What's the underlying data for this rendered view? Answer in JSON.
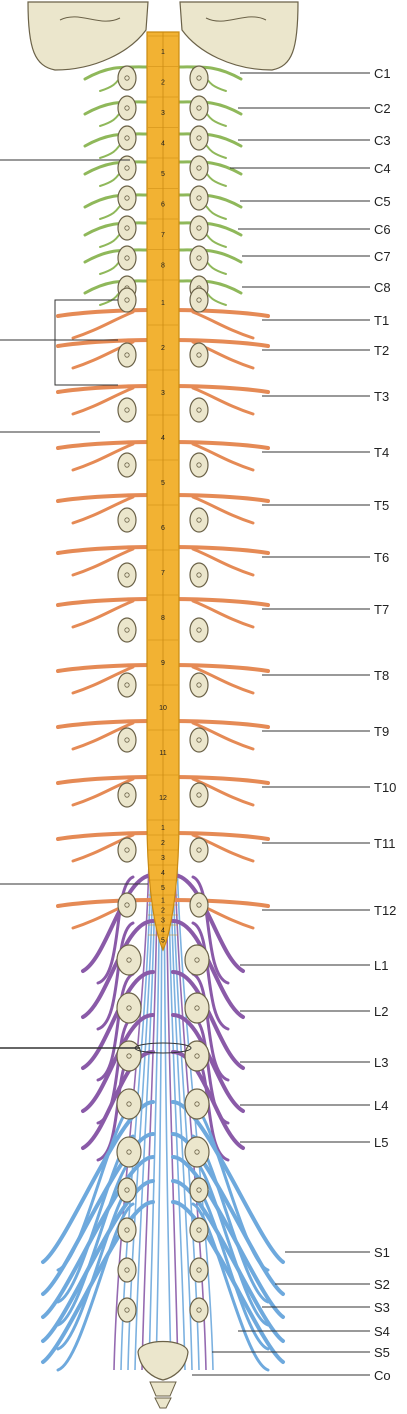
{
  "colors": {
    "cord": "#f2b233",
    "cord_outline": "#c98a12",
    "cervical": "#8fb85a",
    "thoracic": "#e58a55",
    "lumbar": "#8a5aa8",
    "sacral": "#6ea9dd",
    "bone": "#ebe6cc",
    "bone_outline": "#6b6248",
    "leader": "#333333"
  },
  "nerve_labels": [
    "C1",
    "C2",
    "C3",
    "C4",
    "C5",
    "C6",
    "C7",
    "C8",
    "T1",
    "T2",
    "T3",
    "T4",
    "T5",
    "T6",
    "T7",
    "T8",
    "T9",
    "T10",
    "T11",
    "T12",
    "L1",
    "L2",
    "L3",
    "L4",
    "L5",
    "S1",
    "S2",
    "S3",
    "S4",
    "S5",
    "Co"
  ],
  "cord_segments": {
    "cervical": [
      "1",
      "2",
      "3",
      "4",
      "5",
      "6",
      "7",
      "8"
    ],
    "thoracic": [
      "1",
      "2",
      "3",
      "4",
      "5",
      "6",
      "7",
      "8",
      "9",
      "10",
      "11",
      "12"
    ],
    "lumbar": [
      "1",
      "2",
      "3",
      "4",
      "5"
    ],
    "sacral": [
      "1",
      "2",
      "3",
      "4",
      "5"
    ]
  }
}
